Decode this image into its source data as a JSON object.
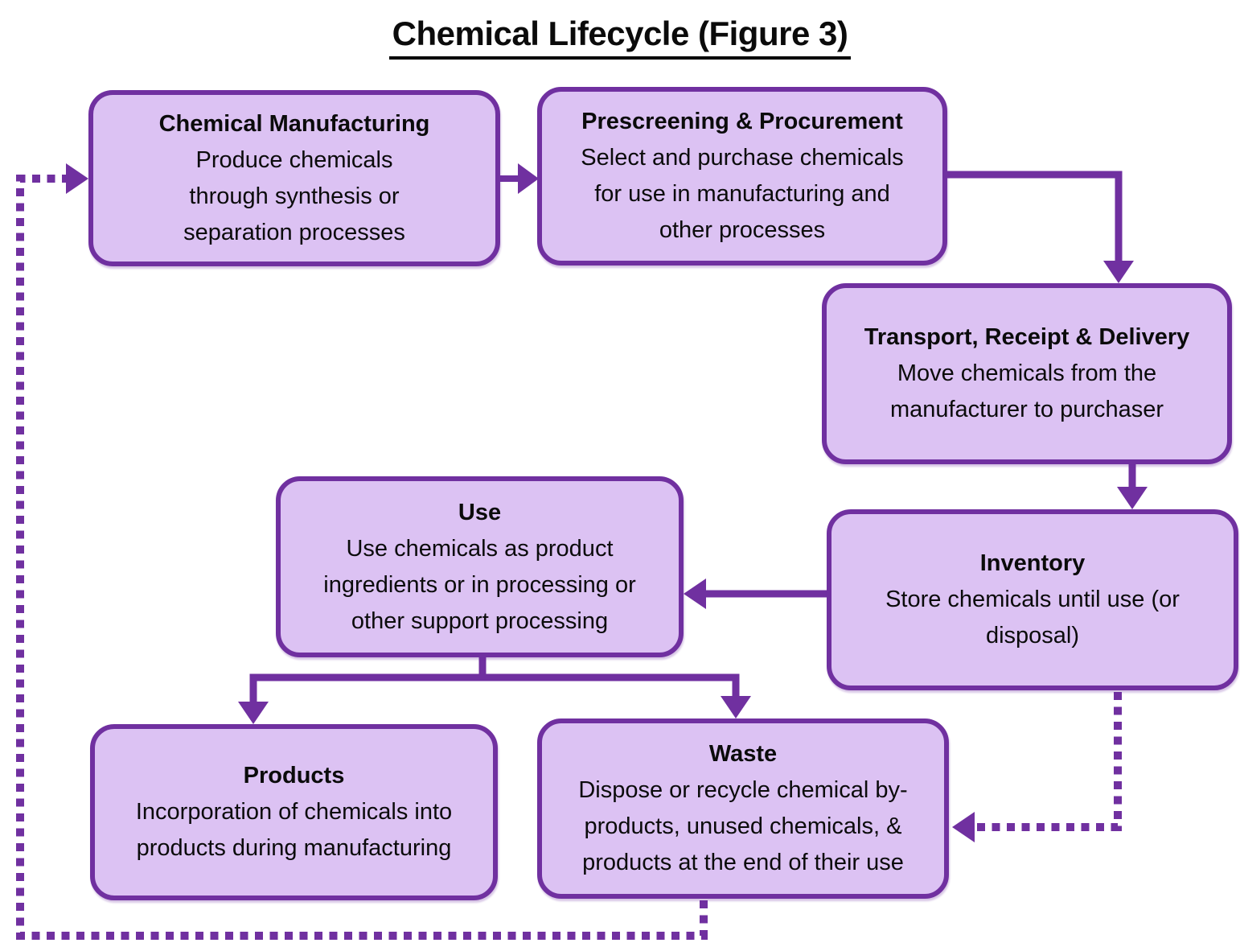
{
  "page": {
    "title": "Chemical Lifecycle (Figure 3)"
  },
  "colors": {
    "node_fill": "#dcc2f3",
    "node_border": "#7030a0",
    "arrow": "#7030a0",
    "text": "#0b0b0b"
  },
  "nodes": [
    {
      "id": "chemical-manufacturing",
      "title": "Chemical Manufacturing",
      "body": "Produce chemicals\nthrough synthesis or\nseparation processes"
    },
    {
      "id": "prescreening-procurement",
      "title": "Prescreening & Procurement",
      "body": "Select and purchase chemicals\nfor use in manufacturing and\nother processes"
    },
    {
      "id": "transport-receipt-delivery",
      "title": "Transport, Receipt & Delivery",
      "body": "Move chemicals from the\nmanufacturer to purchaser"
    },
    {
      "id": "use",
      "title": "Use",
      "body": "Use chemicals as product\ningredients or in processing or\nother support processing"
    },
    {
      "id": "inventory",
      "title": "Inventory",
      "body": "Store chemicals until use (or\ndisposal)"
    },
    {
      "id": "products",
      "title": "Products",
      "body": "Incorporation of chemicals into\nproducts during manufacturing"
    },
    {
      "id": "waste",
      "title": "Waste",
      "body": "Dispose or recycle chemical by-\nproducts, unused chemicals, &\nproducts at the end of their use"
    }
  ],
  "edges": [
    {
      "from": "chemical-manufacturing",
      "to": "prescreening-procurement",
      "style": "solid"
    },
    {
      "from": "prescreening-procurement",
      "to": "transport-receipt-delivery",
      "style": "solid"
    },
    {
      "from": "transport-receipt-delivery",
      "to": "inventory",
      "style": "solid"
    },
    {
      "from": "inventory",
      "to": "use",
      "style": "solid"
    },
    {
      "from": "use",
      "to": "products",
      "style": "solid"
    },
    {
      "from": "use",
      "to": "waste",
      "style": "solid"
    },
    {
      "from": "inventory",
      "to": "waste",
      "style": "dotted"
    },
    {
      "from": "waste",
      "to": "chemical-manufacturing",
      "style": "dotted"
    }
  ]
}
